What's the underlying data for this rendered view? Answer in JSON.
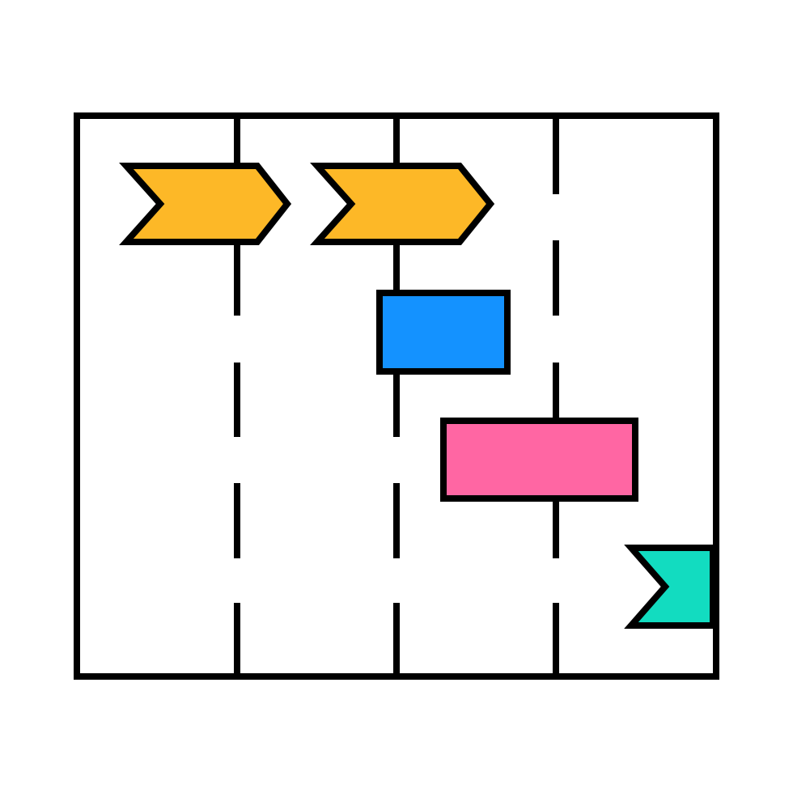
{
  "icon": {
    "name": "gantt-chart-icon",
    "colors": {
      "outline": "#000000",
      "background": "#ffffff",
      "task_orange": "#FDB827",
      "task_blue": "#1492FF",
      "task_pink": "#FF66A3",
      "task_teal": "#12DCC0"
    },
    "shapes": {
      "chevron_1": "chevron",
      "chevron_2": "chevron",
      "bar_1": "rectangle",
      "bar_2": "rectangle",
      "flag_1": "notched-flag"
    }
  }
}
